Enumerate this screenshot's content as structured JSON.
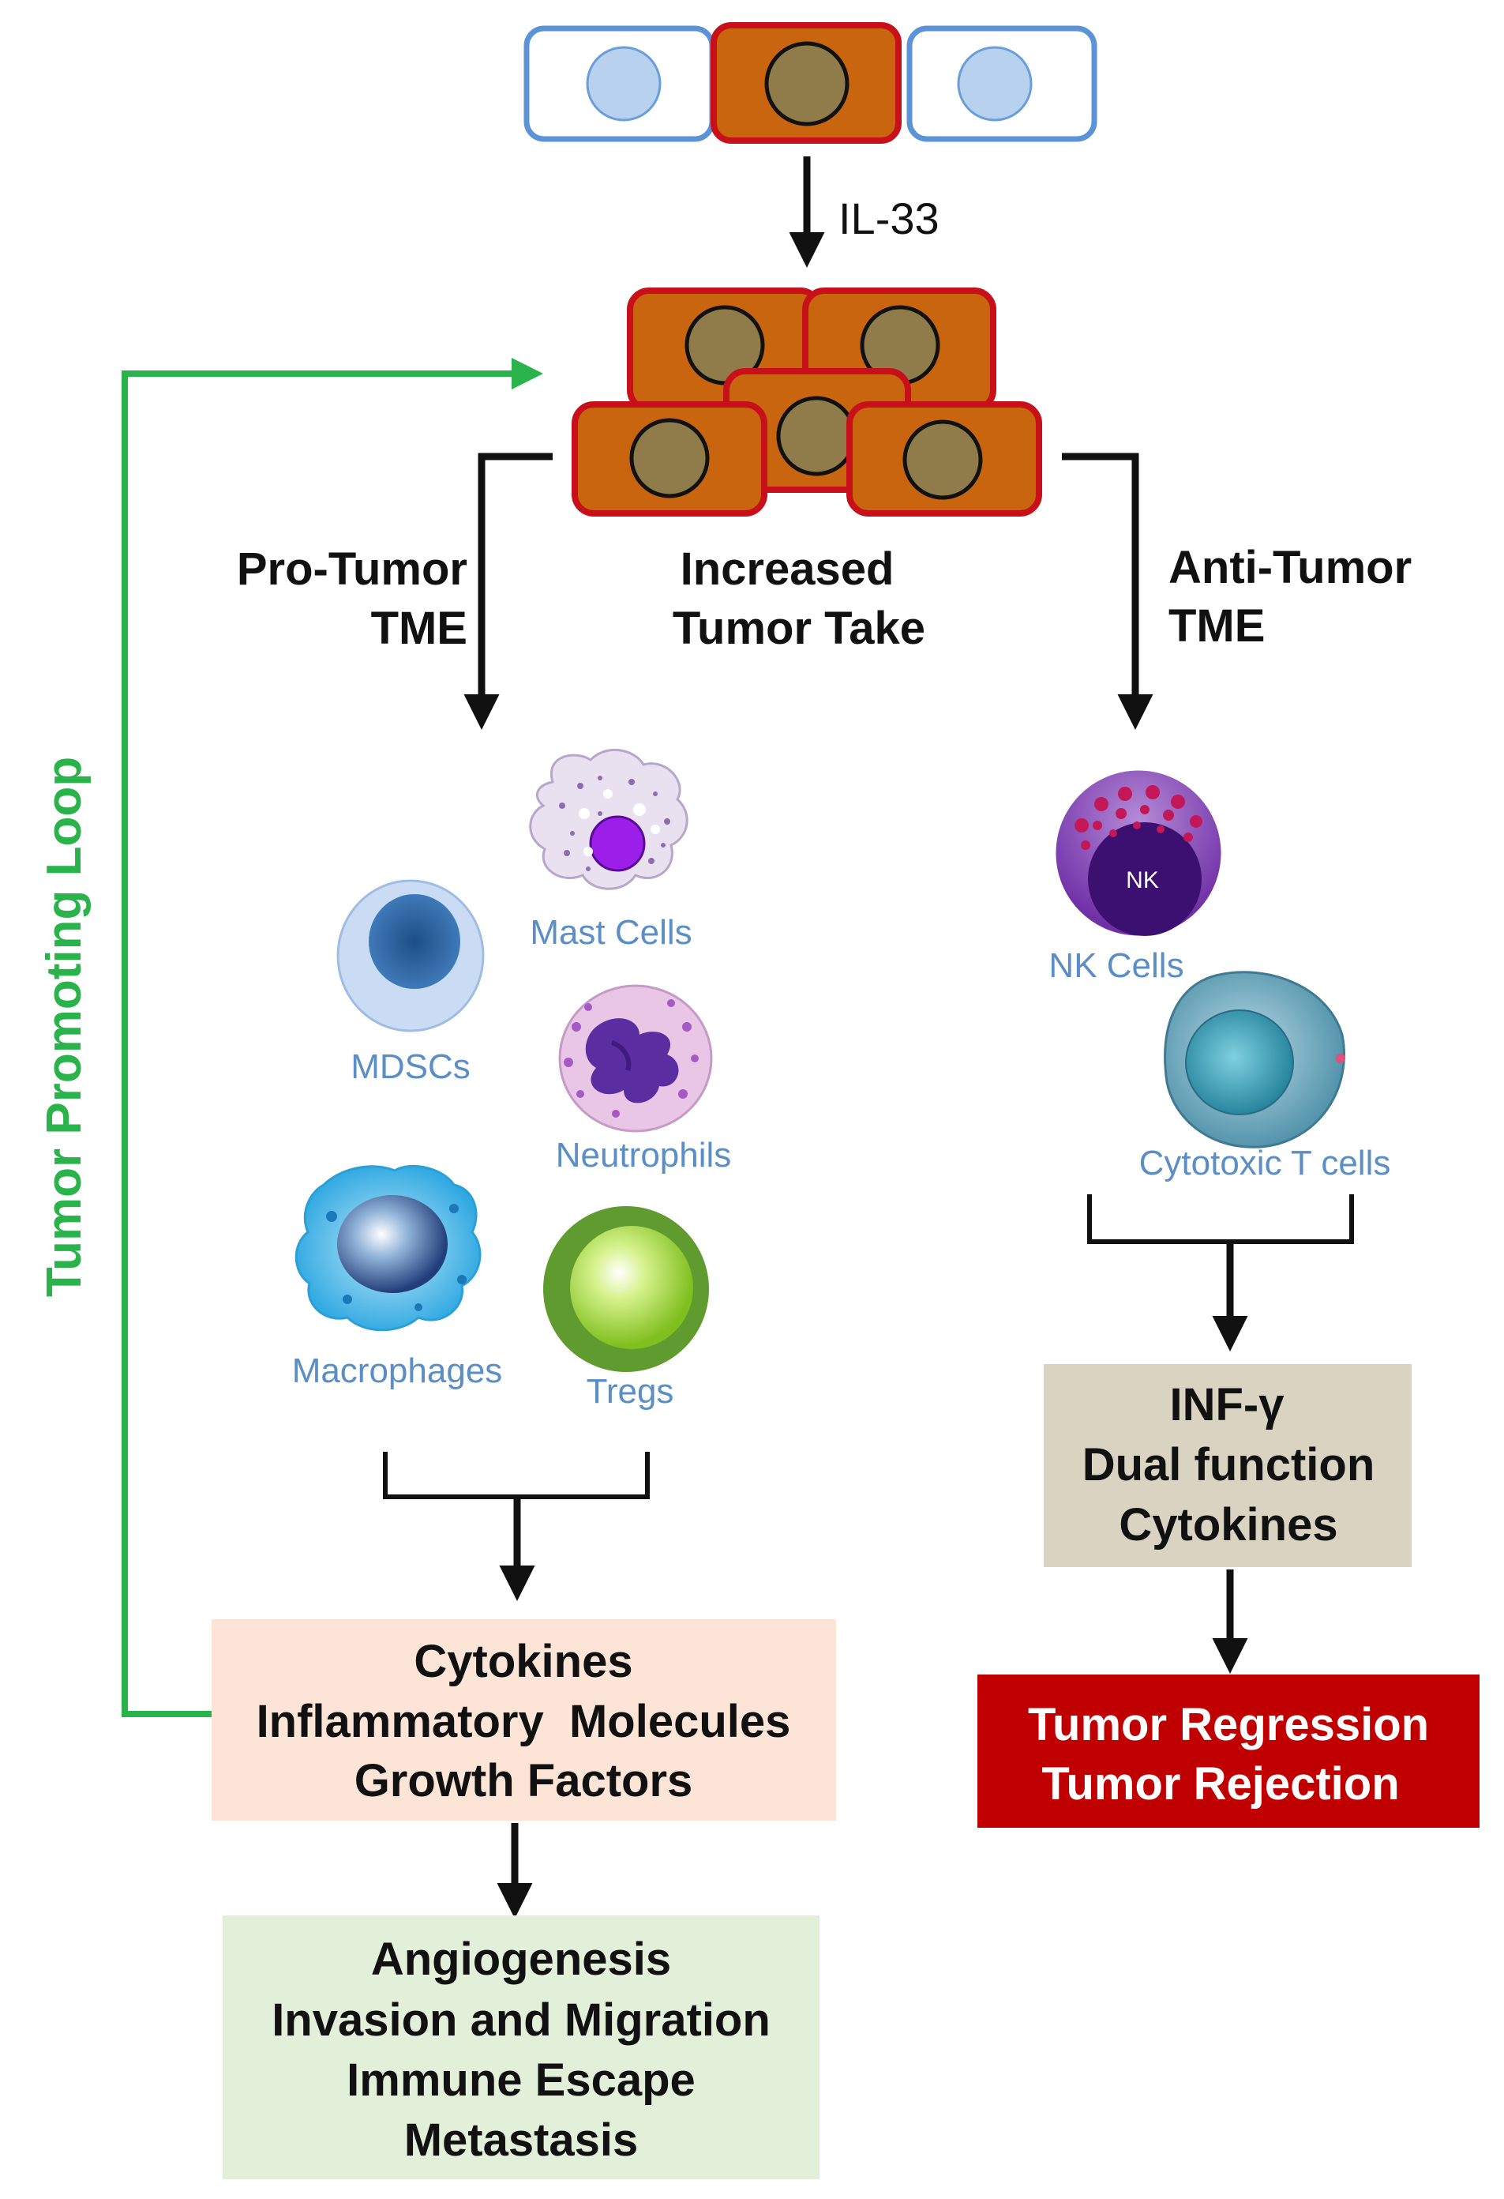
{
  "colors": {
    "tumor_fill": "#c8650e",
    "tumor_stroke": "#c8101a",
    "nucleus_fill": "#8f7c4a",
    "normal_stroke": "#5b93d6",
    "normal_nucleus": "#b7d1ef",
    "loop_green": "#2ab34a",
    "cytokine_box": "#fce4d6",
    "outcome_box": "#e2efd9",
    "inf_box": "#d9d4c2",
    "regression_box": "#c00000",
    "cell_label": "#5b8ec4"
  },
  "labels": {
    "il33": "IL-33",
    "pro_tumor_1": "Pro-Tumor",
    "pro_tumor_2": "TME",
    "increased_1": "Increased",
    "increased_2": "Tumor Take",
    "anti_tumor_1": "Anti-Tumor",
    "anti_tumor_2": "TME",
    "loop": "Tumor Promoting Loop"
  },
  "cells": {
    "mast": "Mast Cells",
    "mdsc": "MDSCs",
    "neutrophils": "Neutrophils",
    "macrophages": "Macrophages",
    "tregs": "Tregs",
    "nk_badge": "NK",
    "nk": "NK Cells",
    "cytotoxic": "Cytotoxic T cells"
  },
  "boxes": {
    "cytokines": [
      "Cytokines",
      "Inflammatory  Molecules",
      "Growth Factors"
    ],
    "outcomes": [
      "Angiogenesis",
      "Invasion and Migration",
      "Immune Escape",
      "Metastasis"
    ],
    "inf": [
      "INF-γ",
      "Dual function",
      "Cytokines"
    ],
    "regression": [
      "Tumor Regression",
      "Tumor Rejection"
    ]
  }
}
